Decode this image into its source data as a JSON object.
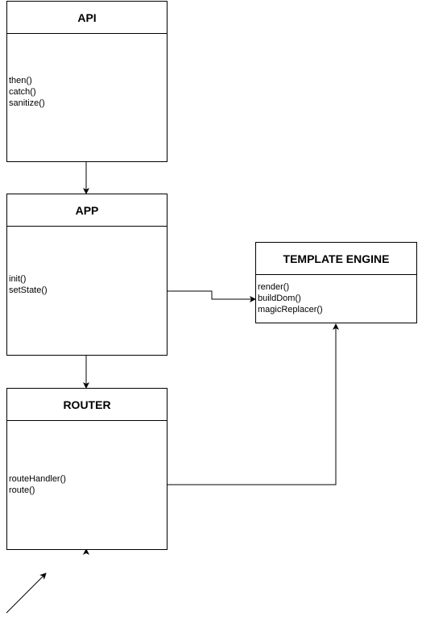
{
  "boxes": {
    "api": {
      "title": "API",
      "methods": [
        "then()",
        "catch()",
        "sanitize()"
      ]
    },
    "app": {
      "title": "APP",
      "methods": [
        "init()",
        "setState()"
      ]
    },
    "router": {
      "title": "ROUTER",
      "methods": [
        "routeHandler()",
        "route()"
      ]
    },
    "template_engine": {
      "title": "TEMPLATE ENGINE",
      "methods": [
        "render()",
        "buildDom()",
        "magicReplacer()"
      ]
    }
  },
  "connections": [
    {
      "from": "API",
      "to": "APP"
    },
    {
      "from": "APP",
      "to": "ROUTER"
    },
    {
      "from": "APP",
      "to": "TEMPLATE ENGINE"
    },
    {
      "from": "ROUTER",
      "to": "TEMPLATE ENGINE"
    }
  ],
  "colors": {
    "stroke": "#000000",
    "fill": "#ffffff"
  }
}
